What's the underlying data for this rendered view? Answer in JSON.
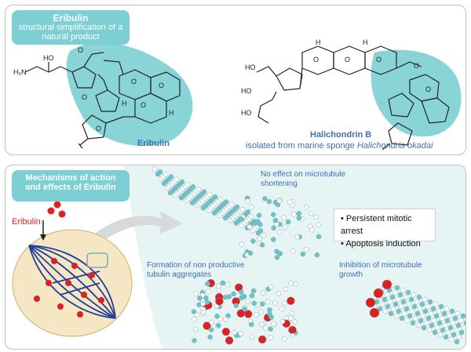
{
  "top_panel": {
    "tag_title": "Eribulin",
    "tag_sub": "structural simplification of a natural product",
    "eribulin_label": "Eribulin",
    "halichondrin_title": "Halichondrin B",
    "halichondrin_sub_prefix": "isolated from marine sponge ",
    "halichondrin_sub_species": "Halichondria okadai"
  },
  "bottom_panel": {
    "tag_line1": "Mechanisms of action",
    "tag_line2": "and effects of Eribulin",
    "eribulin_label": "Eribulin",
    "no_effect": "No effect on microtubule shortening",
    "formation": "Formation of non productive tubulin aggregates",
    "inhibition": "Inhibition of microtubule growth",
    "effects": [
      "Persistent mitotic arrest",
      "Apoptosis induction"
    ]
  },
  "colors": {
    "accent": "#7ccfd3",
    "label_blue": "#3f6fb6",
    "eribulin_red": "#e02020",
    "tubulin_teal": "#6ec3c9"
  }
}
